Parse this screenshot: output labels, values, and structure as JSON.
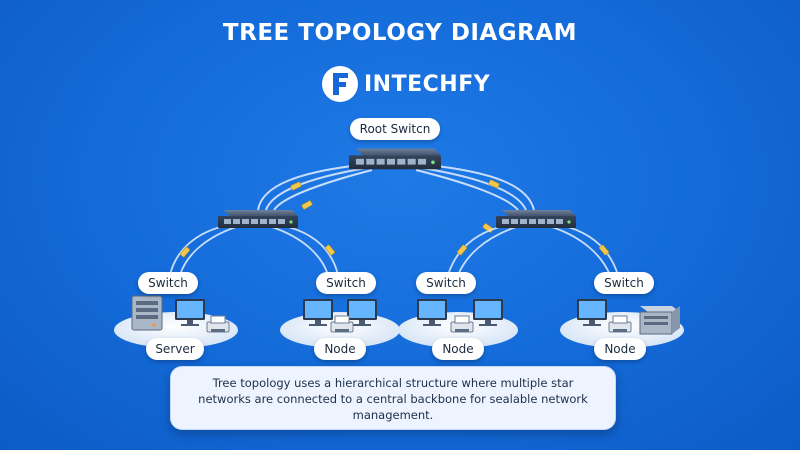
{
  "title": "TREE TOPOLOGY DIAGRAM",
  "brand": {
    "name": "INTECHFY",
    "mark_letter": "F"
  },
  "root": {
    "label": "Root Switcn"
  },
  "leaf_switches": [
    {
      "label": "Switch",
      "device": "Server"
    },
    {
      "label": "Switch",
      "device": "Node"
    },
    {
      "label": "Switch",
      "device": "Node"
    },
    {
      "label": "Switch",
      "device": "Node"
    }
  ],
  "caption": "Tree topology uses a hierarchical structure where multiple star networks are connected to a central backbone for sealable network management.",
  "colors": {
    "background": "#136ad8",
    "cable": "#dbe9ff",
    "connector": "#f2c94c",
    "switch_body": "#3b4d66",
    "platform": "#e8f1fc",
    "text_white": "#ffffff"
  },
  "icons": [
    "logo-f-icon",
    "switch-icon",
    "server-icon",
    "monitor-icon",
    "printer-icon"
  ]
}
